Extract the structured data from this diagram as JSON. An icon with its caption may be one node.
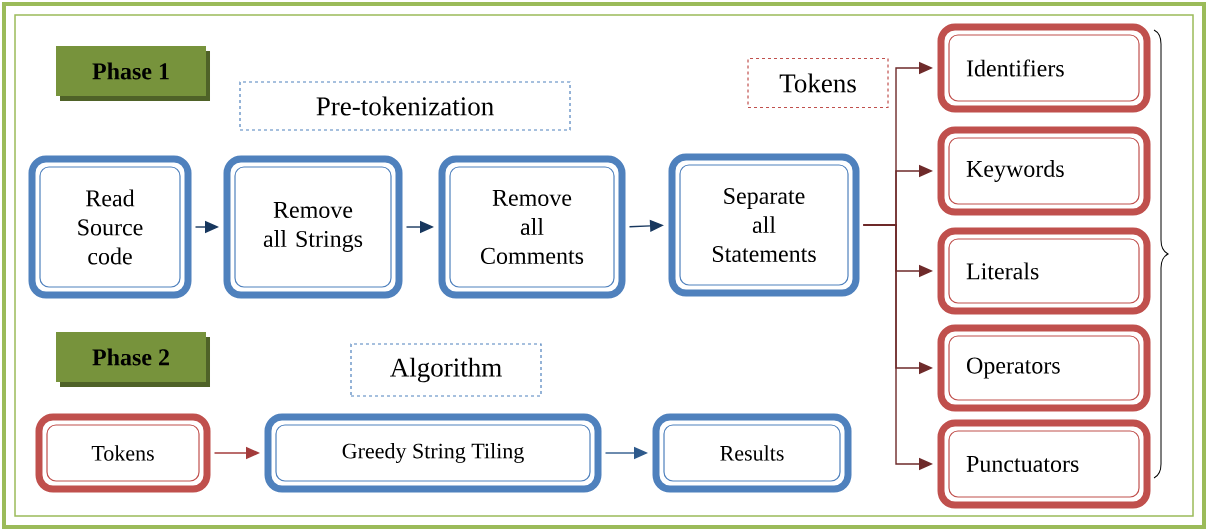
{
  "diagram": {
    "nodes": [
      {
        "text": [
          "Phase 1"
        ]
      },
      {
        "text": [
          "Pre-tokenization"
        ]
      },
      {
        "text": [
          "Tokens"
        ]
      },
      {
        "text": [
          "Identifiers"
        ]
      },
      {
        "text": [
          "Read Source code"
        ]
      },
      {
        "text": [
          "Remove all Strings"
        ]
      },
      {
        "text": [
          "Remove all Comments"
        ]
      },
      {
        "text": [
          "Separate all Statements"
        ]
      },
      {
        "text": [
          "Keywords"
        ]
      },
      {
        "text": [
          "Literals"
        ]
      },
      {
        "text": [
          "Operators"
        ]
      },
      {
        "text": [
          "Phase 2"
        ]
      },
      {
        "text": [
          "Algorithm"
        ]
      },
      {
        "text": [
          "Punctuators"
        ]
      },
      {
        "text": [
          "Tokens"
        ]
      },
      {
        "text": [
          "Greedy String Tiling"
        ]
      },
      {
        "text": [
          "Results"
        ]
      }
    ],
    "edges": [
      {
        "from": 4,
        "to": 5,
        "arrow": "to",
        "color": "#17375e"
      },
      {
        "from": 5,
        "to": 6,
        "arrow": "to",
        "color": "#17375e"
      },
      {
        "from": 6,
        "to": 7,
        "arrow": "to",
        "color": "#17375e"
      },
      {
        "from": 7,
        "to": 3,
        "arrow": "to"
      },
      {
        "from": 7,
        "to": 8,
        "arrow": "to"
      },
      {
        "from": 7,
        "to": 9,
        "arrow": "to"
      },
      {
        "from": 7,
        "to": 10,
        "arrow": "to"
      },
      {
        "from": 7,
        "to": 13,
        "arrow": "to"
      },
      {
        "from": 14,
        "to": 15,
        "arrow": "to",
        "color": "#a33b3b"
      },
      {
        "from": 15,
        "to": 16,
        "arrow": "to",
        "color": "#2e5a8c"
      }
    ]
  }
}
